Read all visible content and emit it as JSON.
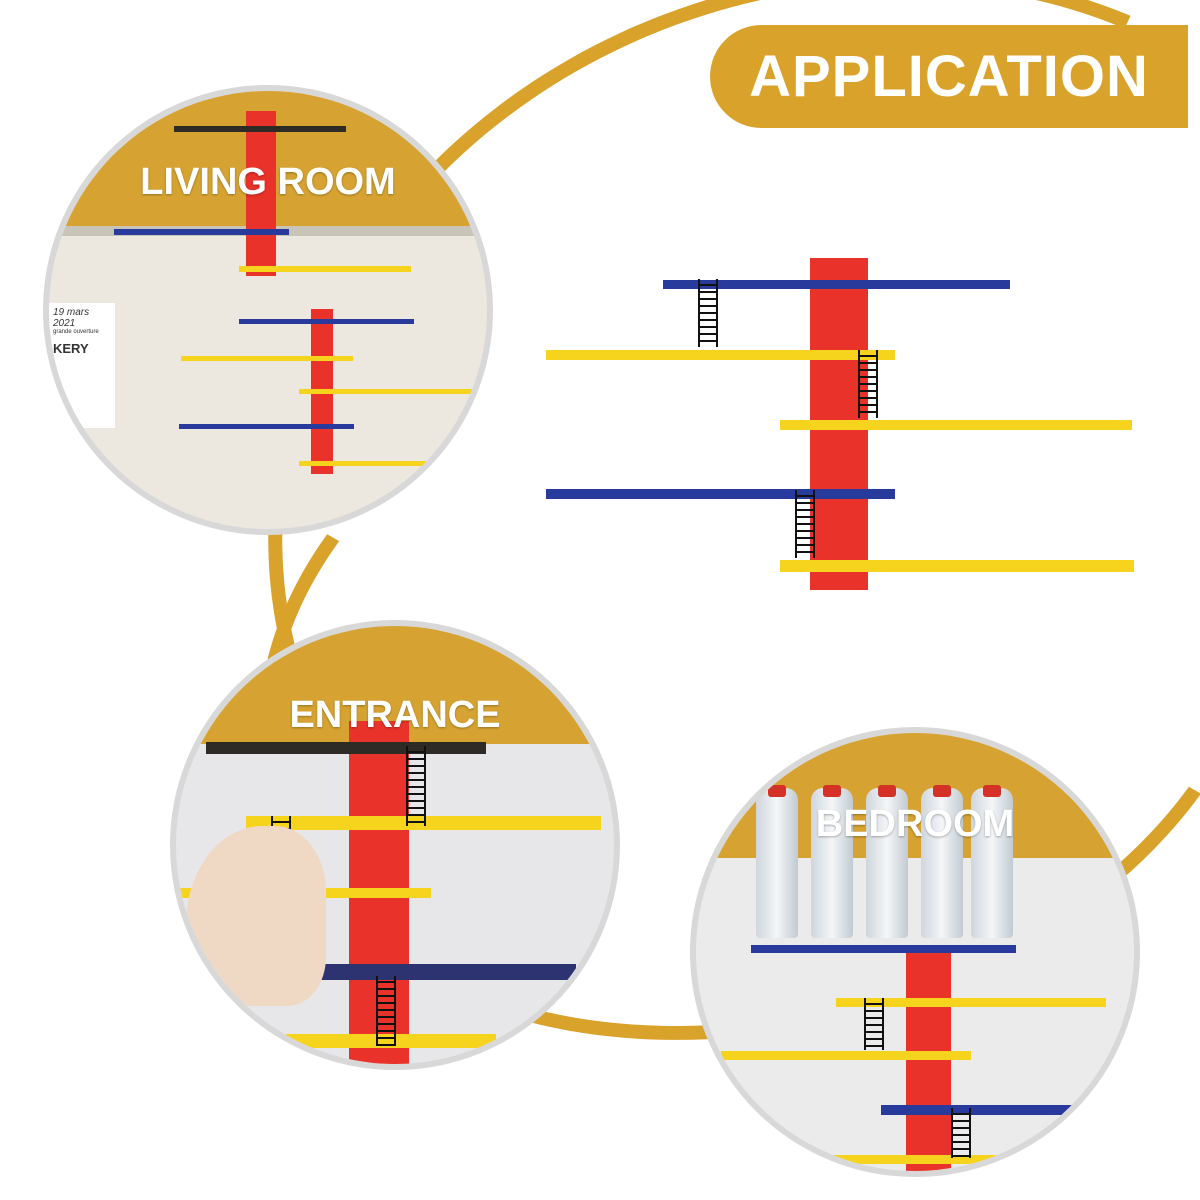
{
  "header": {
    "title": "APPLICATION"
  },
  "scenes": [
    {
      "label": "LIVING ROOM",
      "sign": {
        "date": "19 mars 2021",
        "subtitle": "grande ouverture",
        "name": "KERY"
      }
    },
    {
      "label": "ENTRANCE"
    },
    {
      "label": "BEDROOM"
    }
  ],
  "colors": {
    "accent": "#d9a22a",
    "red": "#e8322a",
    "blue": "#283a9c",
    "yellow": "#f6d31c"
  }
}
